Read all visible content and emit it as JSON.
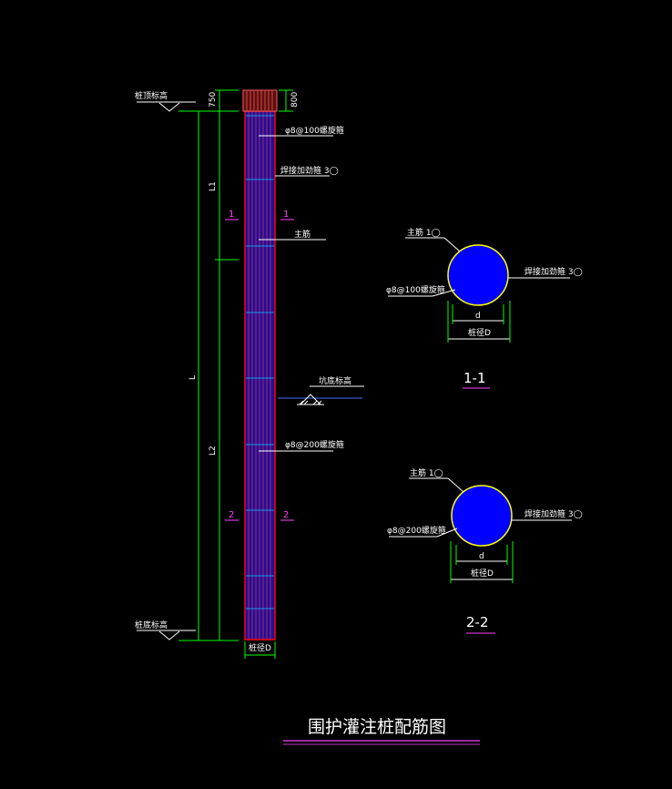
{
  "title": "围护灌注桩配筋图",
  "elevation": {
    "top_label": "桩顶标高",
    "ground_label": "坑底标高",
    "bottom_label": "桩底标高"
  },
  "dimensions": {
    "top_a": "750",
    "top_b": "800",
    "L": "L",
    "L1": "L1",
    "L2": "L2",
    "pile_dia": "桩径D"
  },
  "section_marks": {
    "one": "1",
    "two": "2"
  },
  "elevation_callouts": {
    "spiral_top": "φ8@100螺旋箍",
    "stiffener": "焊接加劲箍 3◯",
    "main_bar": "主筋",
    "spiral_bottom": "φ8@200螺旋箍"
  },
  "sections": [
    {
      "title": "1-1",
      "main_bar": "主筋 1◯",
      "stiffener": "焊接加劲箍 3◯",
      "spiral": "φ8@100螺旋箍",
      "inner": "d",
      "outer": "桩径D"
    },
    {
      "title": "2-2",
      "main_bar": "主筋 1◯",
      "stiffener": "焊接加劲箍 3◯",
      "spiral": "φ8@200螺旋箍",
      "inner": "d",
      "outer": "桩径D"
    }
  ],
  "colors": {
    "background": "#000000",
    "dimension_line": "#00ff00",
    "pile_outline": "#ff0000",
    "pile_fill": "#1a10a0",
    "stirrup": "#00ffff",
    "circle_outline": "#ffff00",
    "circle_fill": "#0000ff",
    "text": "#ffffff",
    "marker": "#ff44ff"
  }
}
